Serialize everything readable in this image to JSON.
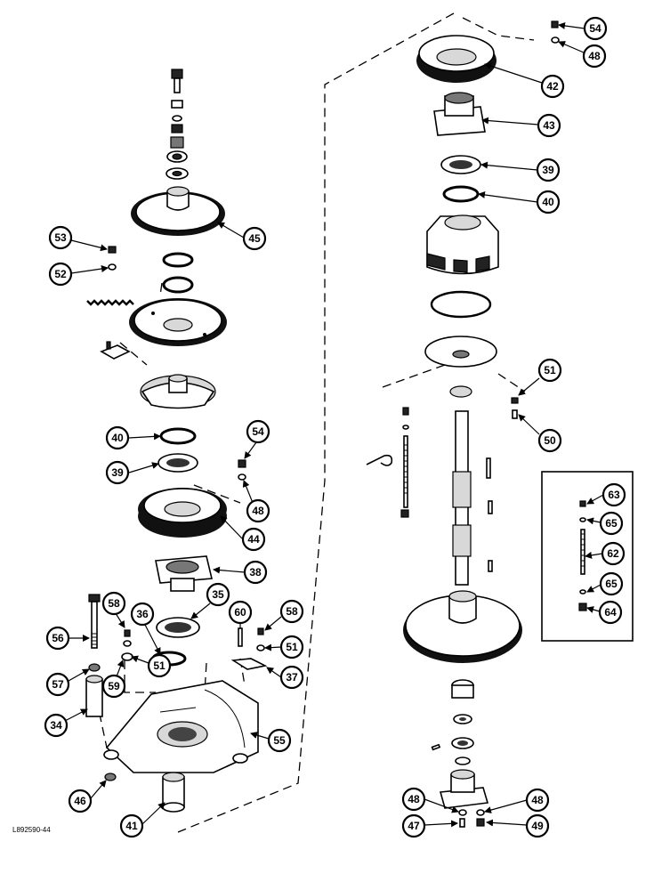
{
  "figure": {
    "reference_code": "L892590-44"
  },
  "callouts": [
    {
      "id": "c54a",
      "label": "54"
    },
    {
      "id": "c48a",
      "label": "48"
    },
    {
      "id": "c42",
      "label": "42"
    },
    {
      "id": "c43",
      "label": "43"
    },
    {
      "id": "c39a",
      "label": "39"
    },
    {
      "id": "c40a",
      "label": "40"
    },
    {
      "id": "c45",
      "label": "45"
    },
    {
      "id": "c53",
      "label": "53"
    },
    {
      "id": "c52",
      "label": "52"
    },
    {
      "id": "c51a",
      "label": "51"
    },
    {
      "id": "c50",
      "label": "50"
    },
    {
      "id": "c40b",
      "label": "40"
    },
    {
      "id": "c54b",
      "label": "54"
    },
    {
      "id": "c39b",
      "label": "39"
    },
    {
      "id": "c48b",
      "label": "48"
    },
    {
      "id": "c63",
      "label": "63"
    },
    {
      "id": "c65a",
      "label": "65"
    },
    {
      "id": "c44",
      "label": "44"
    },
    {
      "id": "c62",
      "label": "62"
    },
    {
      "id": "c38",
      "label": "38"
    },
    {
      "id": "c65b",
      "label": "65"
    },
    {
      "id": "c64",
      "label": "64"
    },
    {
      "id": "c35",
      "label": "35"
    },
    {
      "id": "c58a",
      "label": "58"
    },
    {
      "id": "c36",
      "label": "36"
    },
    {
      "id": "c60",
      "label": "60"
    },
    {
      "id": "c58b",
      "label": "58"
    },
    {
      "id": "c56",
      "label": "56"
    },
    {
      "id": "c51b",
      "label": "51"
    },
    {
      "id": "c51c",
      "label": "51"
    },
    {
      "id": "c57",
      "label": "57"
    },
    {
      "id": "c59",
      "label": "59"
    },
    {
      "id": "c37",
      "label": "37"
    },
    {
      "id": "c34",
      "label": "34"
    },
    {
      "id": "c55",
      "label": "55"
    },
    {
      "id": "c46",
      "label": "46"
    },
    {
      "id": "c41",
      "label": "41"
    },
    {
      "id": "c48c",
      "label": "48"
    },
    {
      "id": "c48d",
      "label": "48"
    },
    {
      "id": "c47",
      "label": "47"
    },
    {
      "id": "c49",
      "label": "49"
    }
  ]
}
